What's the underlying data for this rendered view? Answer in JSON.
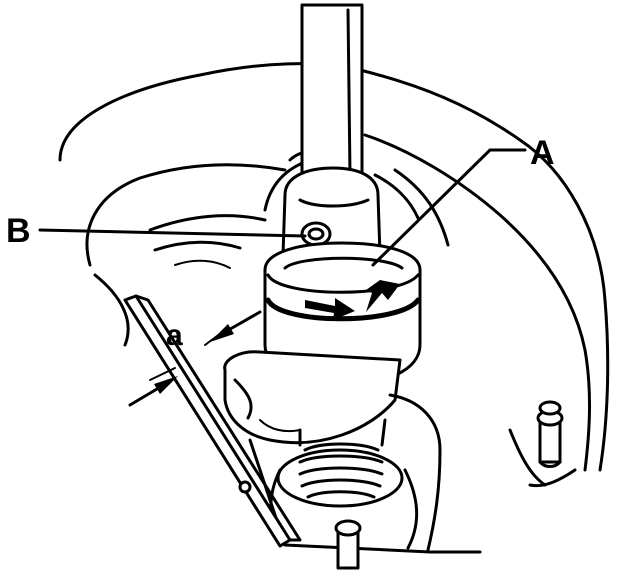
{
  "labels": {
    "a_component": "A",
    "b_component": "B",
    "dimension": "a"
  },
  "colors": {
    "line": "#000000",
    "background": "#ffffff"
  }
}
